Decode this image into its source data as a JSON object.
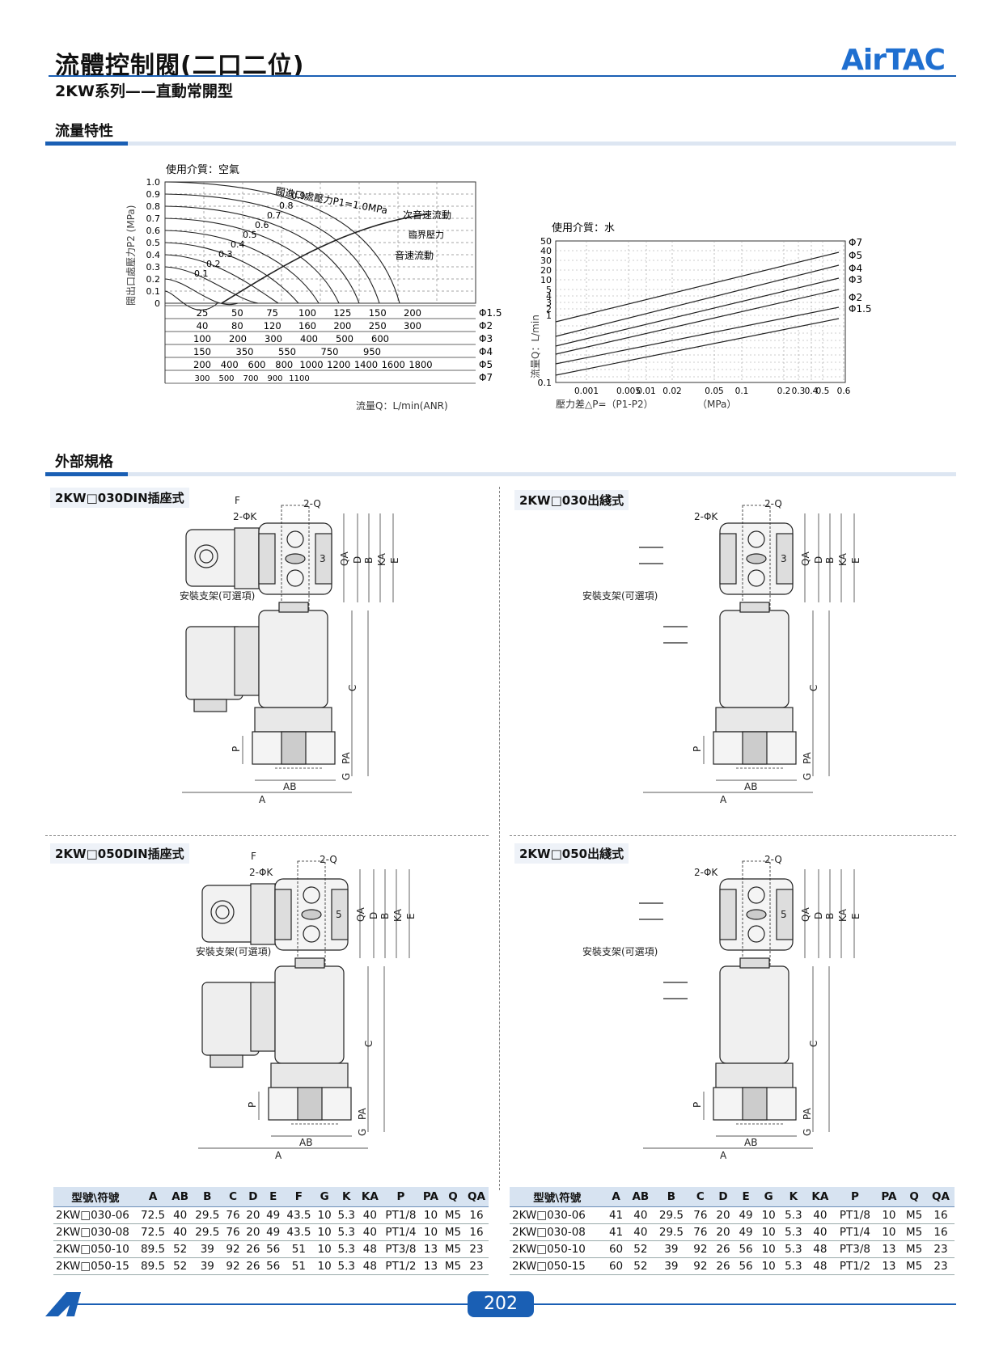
{
  "header": {
    "title": "流體控制閥(二口二位)",
    "subtitle": "2KW系列——直動常開型",
    "logo": "AirTAC"
  },
  "flow": {
    "section_title": "流量特性",
    "air": {
      "medium": "使用介質：空氣",
      "ylabel": "閥出口處壓力P2 (MPa)",
      "yticks": [
        "1.0",
        "0.9",
        "0.8",
        "0.7",
        "0.6",
        "0.5",
        "0.4",
        "0.3",
        "0.2",
        "0.1",
        "0"
      ],
      "curve_title": "閥進口處壓力P1=1.0MPa",
      "curve_labels": [
        "0.9",
        "0.8",
        "0.7",
        "0.6",
        "0.5",
        "0.4",
        "0.3",
        "0.2",
        "0.1"
      ],
      "zone_labels": [
        "次音速流動",
        "臨界壓力",
        "音速流動"
      ],
      "rows": [
        {
          "dia": "Φ1.5",
          "vals": [
            "25",
            "50",
            "75",
            "100",
            "125",
            "150",
            "200"
          ]
        },
        {
          "dia": "Φ2",
          "vals": [
            "40",
            "80",
            "120",
            "160",
            "200",
            "250",
            "300"
          ]
        },
        {
          "dia": "Φ3",
          "vals": [
            "100",
            "200",
            "300",
            "400",
            "500",
            "600"
          ]
        },
        {
          "dia": "Φ4",
          "vals": [
            "150",
            "350",
            "550",
            "750",
            "950"
          ]
        },
        {
          "dia": "Φ5",
          "vals": [
            "200",
            "400",
            "600",
            "800",
            "1000",
            "1200",
            "1400",
            "1600",
            "1800"
          ]
        },
        {
          "dia": "Φ7",
          "vals": [
            "300",
            "500",
            "700",
            "900",
            "1100"
          ]
        }
      ],
      "xlabel": "流量Q：L/min(ANR)"
    },
    "water": {
      "medium": "使用介質：水",
      "ylabel": "流量Q：L/min",
      "yticks": [
        "50",
        "40",
        "30",
        "20",
        "10",
        "5",
        "4",
        "3",
        "2",
        "1",
        "0.1"
      ],
      "xticks": [
        "0.001",
        "0.005",
        "0.01",
        "0.02",
        "0.05",
        "0.1",
        "0.2",
        "0.3",
        "0.4",
        "0.5",
        "0.6"
      ],
      "xlabel": "壓力差△P=（P1-P2）",
      "xunit": "（MPa）",
      "series": [
        "Φ7",
        "Φ5",
        "Φ4",
        "Φ3",
        "Φ2",
        "Φ1.5"
      ]
    }
  },
  "ext": {
    "section_title": "外部規格",
    "views": [
      {
        "title": "2KW□030DIN插座式",
        "bracket": "安裝支架(可選項)"
      },
      {
        "title": "2KW□030出綫式",
        "bracket": "安裝支架(可選項)"
      },
      {
        "title": "2KW□050DIN插座式",
        "bracket": "安裝支架(可選項)"
      },
      {
        "title": "2KW□050出綫式",
        "bracket": "安裝支架(可選項)"
      }
    ],
    "dims": {
      "F": "F",
      "Q": "2-Q",
      "K": "2-ΦK",
      "QA": "QA",
      "D": "D",
      "B": "B",
      "KA": "KA",
      "E": "E",
      "C": "C",
      "P": "P",
      "PA": "PA",
      "G": "G",
      "AB": "AB",
      "A": "A",
      "n3": "3",
      "n5": "5"
    }
  },
  "table_left": {
    "headers": [
      "型號\\符號",
      "A",
      "AB",
      "B",
      "C",
      "D",
      "E",
      "F",
      "G",
      "K",
      "KA",
      "P",
      "PA",
      "Q",
      "QA"
    ],
    "rows": [
      [
        "2KW□030-06",
        "72.5",
        "40",
        "29.5",
        "76",
        "20",
        "49",
        "43.5",
        "10",
        "5.3",
        "40",
        "PT1/8",
        "10",
        "M5",
        "16"
      ],
      [
        "2KW□030-08",
        "72.5",
        "40",
        "29.5",
        "76",
        "20",
        "49",
        "43.5",
        "10",
        "5.3",
        "40",
        "PT1/4",
        "10",
        "M5",
        "16"
      ],
      [
        "2KW□050-10",
        "89.5",
        "52",
        "39",
        "92",
        "26",
        "56",
        "51",
        "10",
        "5.3",
        "48",
        "PT3/8",
        "13",
        "M5",
        "23"
      ],
      [
        "2KW□050-15",
        "89.5",
        "52",
        "39",
        "92",
        "26",
        "56",
        "51",
        "10",
        "5.3",
        "48",
        "PT1/2",
        "13",
        "M5",
        "23"
      ]
    ]
  },
  "table_right": {
    "headers": [
      "型號\\符號",
      "A",
      "AB",
      "B",
      "C",
      "D",
      "E",
      "G",
      "K",
      "KA",
      "P",
      "PA",
      "Q",
      "QA"
    ],
    "rows": [
      [
        "2KW□030-06",
        "41",
        "40",
        "29.5",
        "76",
        "20",
        "49",
        "10",
        "5.3",
        "40",
        "PT1/8",
        "10",
        "M5",
        "16"
      ],
      [
        "2KW□030-08",
        "41",
        "40",
        "29.5",
        "76",
        "20",
        "49",
        "10",
        "5.3",
        "40",
        "PT1/4",
        "10",
        "M5",
        "16"
      ],
      [
        "2KW□050-10",
        "60",
        "52",
        "39",
        "92",
        "26",
        "56",
        "10",
        "5.3",
        "48",
        "PT3/8",
        "13",
        "M5",
        "23"
      ],
      [
        "2KW□050-15",
        "60",
        "52",
        "39",
        "92",
        "26",
        "56",
        "10",
        "5.3",
        "48",
        "PT1/2",
        "13",
        "M5",
        "23"
      ]
    ]
  },
  "footer": {
    "page": "202"
  }
}
